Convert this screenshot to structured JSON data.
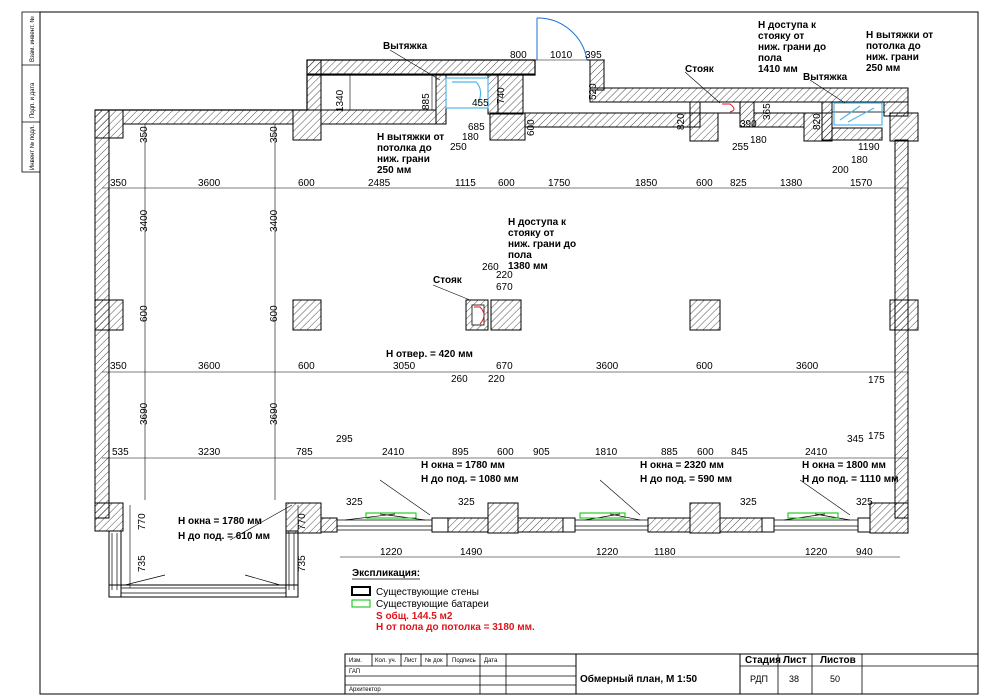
{
  "labels": {
    "vytyazhka_1": "Вытяжка",
    "vytyazhka_2": "Вытяжка",
    "stoyak_1": "Стояк",
    "stoyak_2": "Стояк",
    "h_vytyazhki_1": [
      "Н вытяжки от",
      "потолка до",
      "ниж. грани",
      "250 мм"
    ],
    "h_vytyazhki_2": [
      "Н вытяжки от",
      "потолка до",
      "ниж. грани",
      "250 мм"
    ],
    "h_dostupa_1": [
      "Н доступа к",
      "стояку от",
      "ниж. грани до",
      "пола",
      "1410 мм"
    ],
    "h_dostupa_2": [
      "Н доступа к",
      "стояку от",
      "ниж. грани до",
      "пола",
      "1380 мм"
    ],
    "h_otver": "Н отвер. = 420 мм",
    "windows": [
      {
        "okna": "Н окна = 1780 мм",
        "pod": "Н до под. = 1080 мм"
      },
      {
        "okna": "Н окна = 2320 мм",
        "pod": "Н до под. = 590 мм"
      },
      {
        "okna": "Н окна = 1800 мм",
        "pod": "Н до под. = 1110 мм"
      },
      {
        "okna": "Н окна = 1780 мм",
        "pod": "Н до под. = 610 мм"
      }
    ]
  },
  "dimensions": {
    "top_door": [
      "800",
      "1010",
      "395"
    ],
    "h_row1": [
      "350",
      "3600",
      "600",
      "2485",
      "1115",
      "600",
      "1750",
      "1850",
      "600",
      "825",
      "1380",
      "1570"
    ],
    "h_row2": [
      "350",
      "3600",
      "600",
      "3050",
      "670",
      "3600",
      "600",
      "3600",
      "175"
    ],
    "h_row3": [
      "535",
      "3230",
      "785",
      "295",
      "2410",
      "895",
      "600",
      "905",
      "1810",
      "885",
      "600",
      "845",
      "2410",
      "345",
      "175"
    ],
    "bottom": [
      "1220",
      "1490",
      "1220",
      "1180",
      "1220",
      "940"
    ],
    "v_col": [
      "350",
      "3400",
      "600",
      "3690",
      "350",
      "3400",
      "600",
      "3690"
    ],
    "misc": [
      "1340",
      "885",
      "685",
      "455",
      "740",
      "600",
      "250",
      "180",
      "520",
      "820",
      "390",
      "365",
      "820",
      "255",
      "180",
      "1190",
      "200",
      "180",
      "260",
      "220",
      "670",
      "260",
      "220",
      "325",
      "325",
      "325",
      "325",
      "770",
      "735",
      "770",
      "735"
    ]
  },
  "legend": {
    "title": "Экспликация:",
    "walls": "Существующие стены",
    "radiators": "Существующие батареи",
    "area": "S общ. 144.5 м2",
    "height": "Н от пола до потолка = 3180 мм.",
    "walls_color": "#000000",
    "radiators_color": "#00c000"
  },
  "title_block": {
    "headers": [
      "Изм.",
      "Кол. уч.",
      "Лист",
      "№ док",
      "Подпись",
      "Дата"
    ],
    "role_1": "ГАП",
    "role_2": "Архитектор",
    "sheet_title": "Обмерный план, М 1:50",
    "stage_label": "Стадия",
    "sheet_label": "Лист",
    "sheets_label": "Листов",
    "stage": "РДП",
    "sheet": "38",
    "sheets": "50"
  },
  "side_stamp": {
    "f1": "Взам. инвент. №",
    "f2": "Подп. и дата",
    "f3": "Инвент № подл."
  },
  "colors": {
    "wall_outline": "#000000",
    "hatch": "#000000",
    "dimension_text": "#000000",
    "highlight_text": "#e0141c",
    "radiator": "#00c000",
    "door": "#1a6fd6",
    "duct": "#4fb7e8"
  }
}
